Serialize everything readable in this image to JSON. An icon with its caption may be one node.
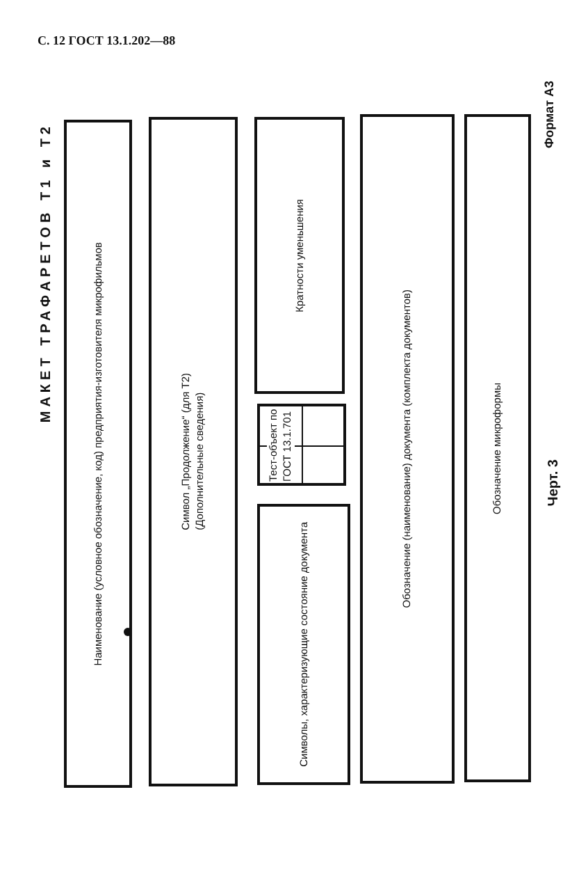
{
  "diagram": {
    "title": "МАКЕТ ТРАФАРЕТОВ Т1 и Т2",
    "caption": "Черт. 3",
    "nodes": [
      {
        "text": [
          "Наименование (условное обозначение, код) предприятия-изготовителя микрофильмов"
        ]
      },
      {
        "text": [
          "Символ „Продолжение“ (для Т2)",
          "(Дополнительные сведения)"
        ]
      },
      {
        "text": [
          "Кратности уменьшения"
        ]
      },
      {
        "text": [
          "Тест-объект по ГОСТ 13.1.701"
        ]
      },
      {
        "text": [
          "Символы, характеризующие состояние документа"
        ]
      },
      {
        "text": [
          "Обозначение (наименование) документа (комплекта документов)"
        ]
      },
      {
        "text": [
          "Обозначение микроформы"
        ]
      }
    ],
    "labels": [
      "С. 12 ГОСТ 13.1.202—88",
      "Формат А3"
    ]
  }
}
